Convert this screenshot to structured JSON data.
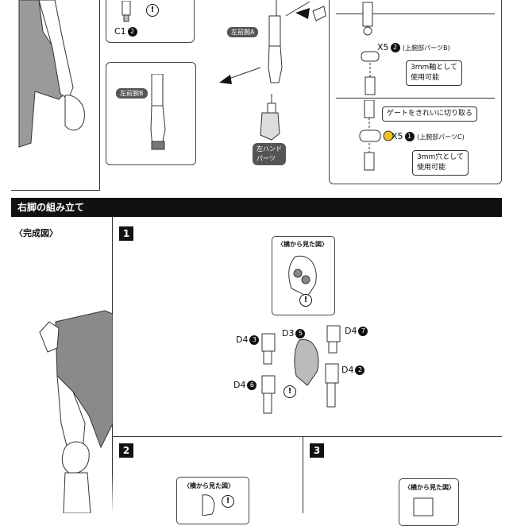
{
  "top": {
    "c1_label": "C1",
    "c1_num": "2",
    "left_forearm_a": "左前腕A",
    "left_forearm_b": "左前腕B",
    "left_hand_line1": "左ハンド",
    "left_hand_line2": "パーツ",
    "x5_a_prefix": "X5",
    "x5_a_num": "2",
    "x5_a_suffix": "(上腕部パーツB)",
    "note_3mm_axis_line1": "3mm軸として",
    "note_3mm_axis_line2": "使用可能",
    "gate_note": "ゲートをきれいに切り取る",
    "x5_b_prefix": "X5",
    "x5_b_num": "1",
    "x5_b_suffix": "(上腕部パーツC)",
    "note_3mm_hole_line1": "3mm穴として",
    "note_3mm_hole_line2": "使用可能",
    "warning_symbol": "!"
  },
  "section": {
    "title": "右脚の組み立て",
    "completed_view": "〈完成図〉"
  },
  "step1": {
    "number": "1",
    "side_view": "〈横から見た図〉",
    "d3_prefix": "D3",
    "d3_num": "5",
    "d4_left_top_prefix": "D4",
    "d4_left_top_num": "3",
    "d4_right_top_prefix": "D4",
    "d4_right_top_num": "7",
    "d4_left_bottom_prefix": "D4",
    "d4_left_bottom_num": "6",
    "d4_right_bottom_prefix": "D4",
    "d4_right_bottom_num": "2"
  },
  "step2": {
    "number": "2",
    "side_view": "〈横から見た図〉"
  },
  "step3": {
    "number": "3",
    "side_view": "〈横から見た図〉"
  },
  "colors": {
    "bar": "#111111",
    "figure_shade": "#8a8a8a",
    "line": "#333333"
  }
}
